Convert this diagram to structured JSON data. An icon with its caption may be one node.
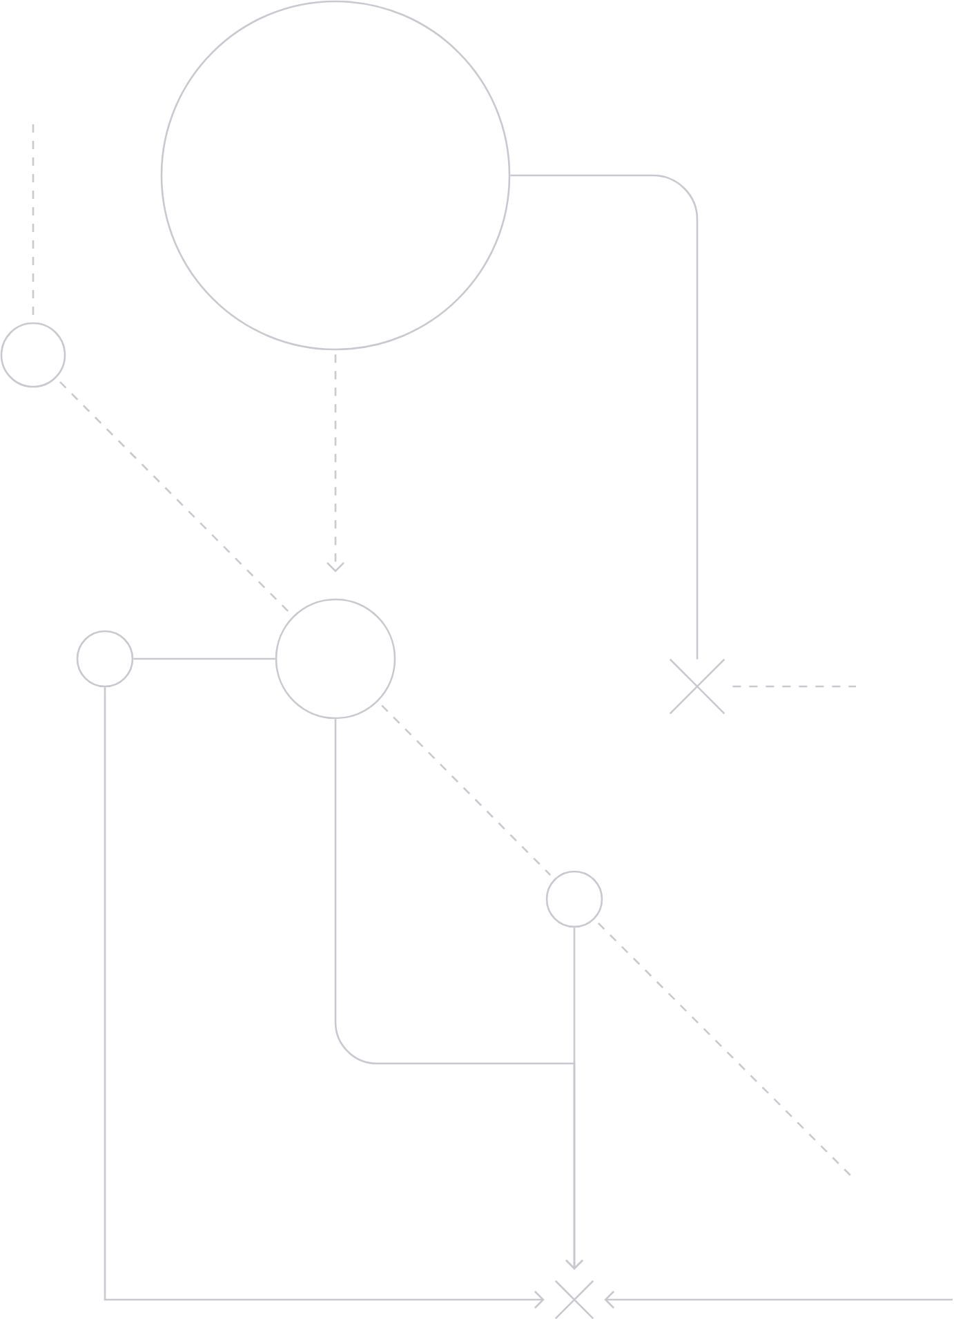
{
  "diagram": {
    "nodes": [
      {
        "text": [],
        "shape": "circle"
      },
      {
        "text": [],
        "shape": "circle"
      },
      {
        "text": [],
        "shape": "circle"
      },
      {
        "text": [],
        "shape": "circle"
      },
      {
        "text": [],
        "shape": "cross"
      },
      {
        "text": [],
        "shape": "circle"
      },
      {
        "text": [],
        "shape": "cross"
      }
    ],
    "edges": [
      {
        "from": 0,
        "to": 4,
        "arrow": "none"
      },
      {
        "from": 0,
        "to": 2,
        "arrow": "to",
        "style": "dashed"
      },
      {
        "from": null,
        "to": 1,
        "arrow": "none",
        "style": "dashed"
      },
      {
        "from": 1,
        "to": 2,
        "arrow": "none",
        "style": "dashed"
      },
      {
        "from": 2,
        "to": 5,
        "arrow": "none",
        "style": "dashed"
      },
      {
        "from": 5,
        "to": null,
        "arrow": "none",
        "style": "dashed"
      },
      {
        "from": 3,
        "to": 2,
        "arrow": "none"
      },
      {
        "from": 3,
        "to": 6,
        "arrow": "to"
      },
      {
        "from": 2,
        "to": 6,
        "arrow": "to"
      },
      {
        "from": 5,
        "to": 6,
        "arrow": "to"
      },
      {
        "from": null,
        "to": 6,
        "arrow": "to"
      },
      {
        "from": 4,
        "to": null,
        "arrow": "none",
        "style": "dashed"
      }
    ]
  }
}
